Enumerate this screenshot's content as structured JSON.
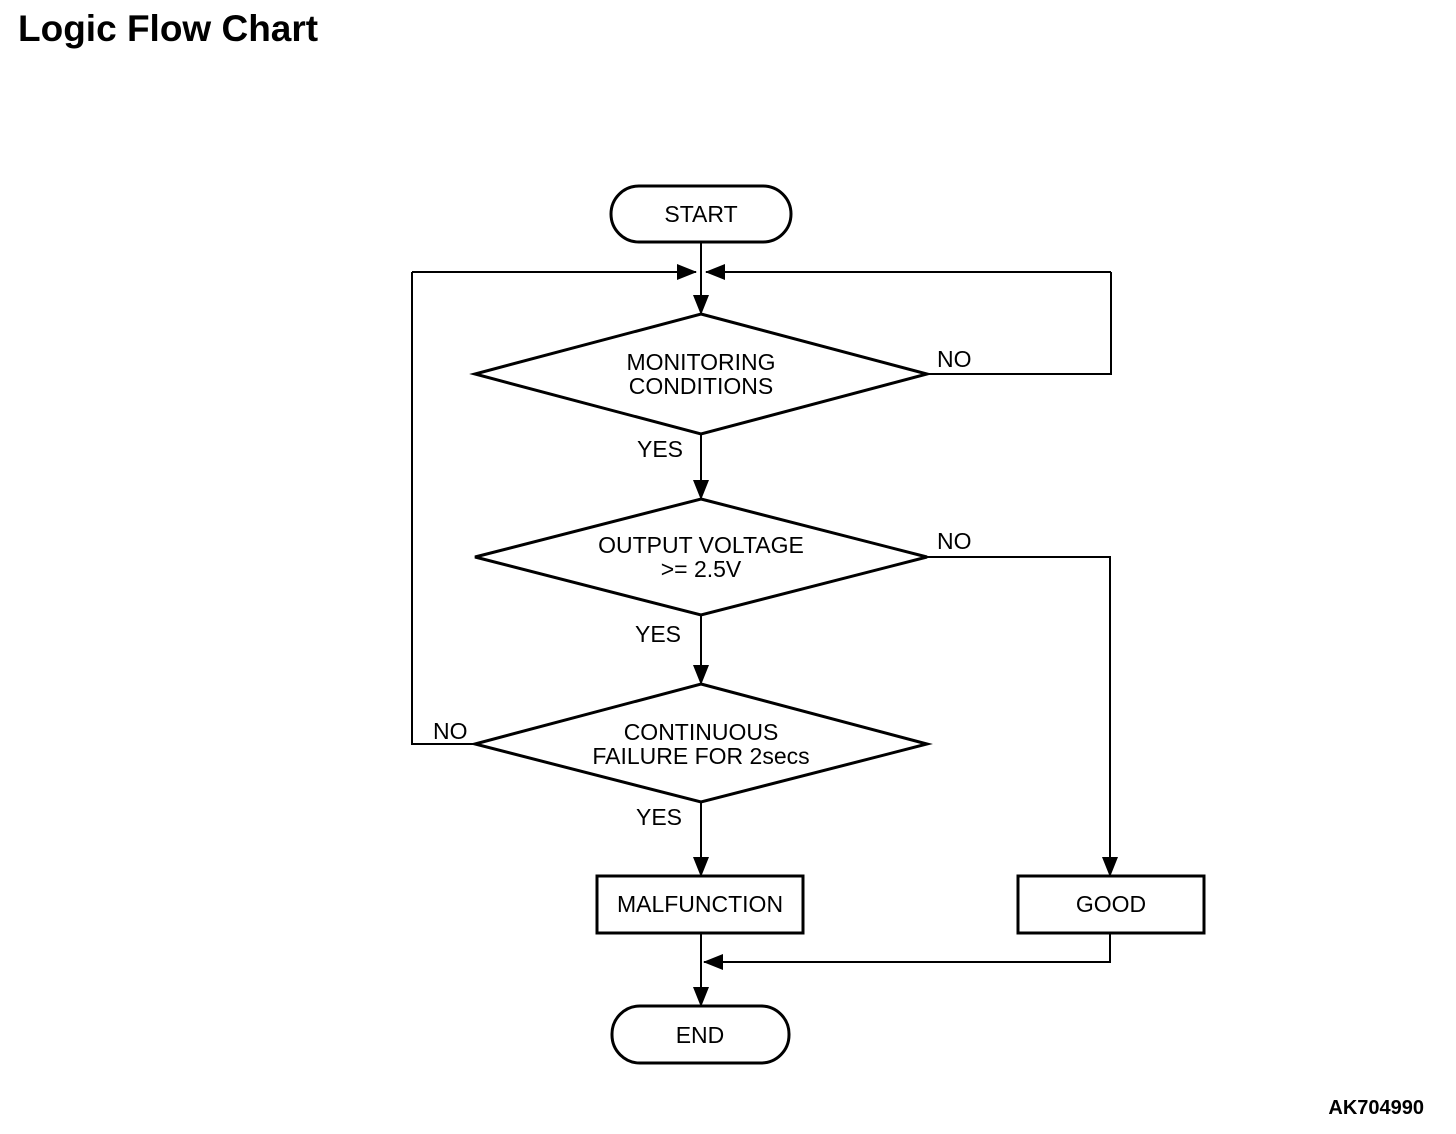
{
  "page": {
    "title": "Logic Flow Chart",
    "figure_code": "AK704990"
  },
  "flowchart": {
    "start_label": "START",
    "end_label": "END",
    "decision1": {
      "line1": "MONITORING",
      "line2": "CONDITIONS",
      "yes_label": "YES",
      "no_label": "NO"
    },
    "decision2": {
      "line1": "OUTPUT VOLTAGE",
      "line2": ">= 2.5V",
      "yes_label": "YES",
      "no_label": "NO"
    },
    "decision3": {
      "line1": "CONTINUOUS",
      "line2": "FAILURE FOR 2secs",
      "yes_label": "YES",
      "no_label": "NO"
    },
    "result_malfunction": "MALFUNCTION",
    "result_good": "GOOD",
    "colors": {
      "line": "#000000",
      "background": "#ffffff"
    }
  }
}
